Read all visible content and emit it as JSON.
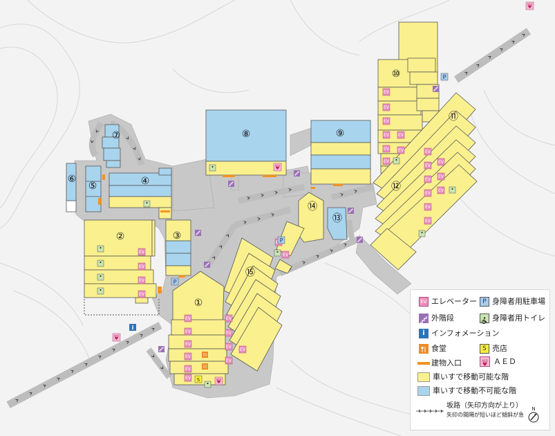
{
  "buildings": [
    {
      "id": "b1",
      "label": "①"
    },
    {
      "id": "b2",
      "label": "②"
    },
    {
      "id": "b3",
      "label": "③"
    },
    {
      "id": "b4",
      "label": "④"
    },
    {
      "id": "b5",
      "label": "⑤"
    },
    {
      "id": "b6",
      "label": "⑥"
    },
    {
      "id": "b7",
      "label": "⑦"
    },
    {
      "id": "b8",
      "label": "⑧"
    },
    {
      "id": "b9",
      "label": "⑨"
    },
    {
      "id": "b10",
      "label": "⑩"
    },
    {
      "id": "b11",
      "label": "⑪"
    },
    {
      "id": "b12",
      "label": "⑫"
    },
    {
      "id": "b13",
      "label": "⑬"
    },
    {
      "id": "b14",
      "label": "⑭"
    },
    {
      "id": "b15",
      "label": "⑮"
    }
  ],
  "icons": {
    "ev": "EV",
    "parking": "P",
    "info": "i",
    "shop": "S",
    "aed": "AED"
  },
  "colors": {
    "accessible": "#faf08e",
    "inaccessible": "#a8d4ee",
    "entrance": "#f39320",
    "ev": "#e88fbb",
    "stairs": "#9b6fb5",
    "info": "#2f73b8",
    "cafeteria": "#f08a24",
    "shop": "#f6ee3a",
    "parking": "#a8cbeb",
    "toilet": "#c9e4b0",
    "road": "#c8c8c8"
  },
  "legend": {
    "elevator": "エレベーター",
    "parking": "身障者用駐車場",
    "stairs": "外階段",
    "toilet": "身障者用トイレ",
    "information": "インフォメーション",
    "cafeteria": "食堂",
    "shop": "売店",
    "entrance": "建物入口",
    "aed": "ＡＥＤ",
    "accessible": "車いすで移動可能な階",
    "inaccessible": "車いすで移動不可能な階",
    "slope": "坂路（矢印方向が上り）",
    "slope_note": "矢印の間隔が短いほど傾斜が急",
    "north": "N"
  }
}
